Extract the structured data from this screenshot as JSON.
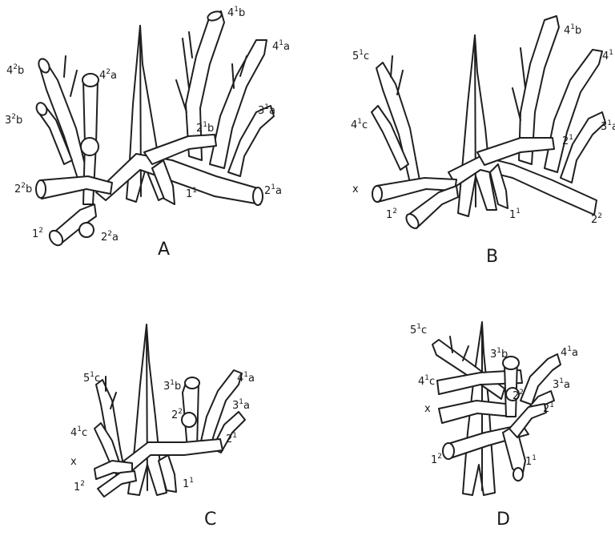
{
  "panels": [
    {
      "id": "A",
      "letter": "A",
      "labels": [
        {
          "key": "l4b2",
          "base": "4",
          "sup": "2",
          "suffix": "b"
        },
        {
          "key": "l4a2",
          "base": "4",
          "sup": "2",
          "suffix": "a"
        },
        {
          "key": "l3b2",
          "base": "3",
          "sup": "2",
          "suffix": "b"
        },
        {
          "key": "l2b2",
          "base": "2",
          "sup": "2",
          "suffix": "b"
        },
        {
          "key": "l1_2",
          "base": "1",
          "sup": "2",
          "suffix": ""
        },
        {
          "key": "l2a2",
          "base": "2",
          "sup": "2",
          "suffix": "a"
        },
        {
          "key": "l4b1",
          "base": "4",
          "sup": "1",
          "suffix": "b"
        },
        {
          "key": "l4a1",
          "base": "4",
          "sup": "1",
          "suffix": "a"
        },
        {
          "key": "l3a1",
          "base": "3",
          "sup": "1",
          "suffix": "a"
        },
        {
          "key": "l2b1",
          "base": "2",
          "sup": "1",
          "suffix": "b"
        },
        {
          "key": "l1_1",
          "base": "1",
          "sup": "1",
          "suffix": ""
        },
        {
          "key": "l2a1",
          "base": "2",
          "sup": "1",
          "suffix": "a"
        }
      ]
    },
    {
      "id": "B",
      "letter": "B",
      "labels": [
        {
          "key": "l5c1",
          "base": "5",
          "sup": "1",
          "suffix": "c"
        },
        {
          "key": "l4c1",
          "base": "4",
          "sup": "1",
          "suffix": "c"
        },
        {
          "key": "lx",
          "base": "x",
          "sup": "",
          "suffix": ""
        },
        {
          "key": "l1_2",
          "base": "1",
          "sup": "2",
          "suffix": ""
        },
        {
          "key": "l4b1",
          "base": "4",
          "sup": "1",
          "suffix": "b"
        },
        {
          "key": "l4a1",
          "base": "4",
          "sup": "1",
          "suffix": ""
        },
        {
          "key": "l3a1",
          "base": "3",
          "sup": "1",
          "suffix": "a"
        },
        {
          "key": "l2_1",
          "base": "2",
          "sup": "1",
          "suffix": ""
        },
        {
          "key": "l1_1",
          "base": "1",
          "sup": "1",
          "suffix": ""
        },
        {
          "key": "l2_2",
          "base": "2",
          "sup": "2",
          "suffix": ""
        }
      ]
    },
    {
      "id": "C",
      "letter": "C",
      "labels": [
        {
          "key": "l5c1",
          "base": "5",
          "sup": "1",
          "suffix": "c"
        },
        {
          "key": "l4c1",
          "base": "4",
          "sup": "1",
          "suffix": "c"
        },
        {
          "key": "lx",
          "base": "x",
          "sup": "",
          "suffix": ""
        },
        {
          "key": "l1_2",
          "base": "1",
          "sup": "2",
          "suffix": ""
        },
        {
          "key": "l3b1",
          "base": "3",
          "sup": "1",
          "suffix": "b"
        },
        {
          "key": "l2_2",
          "base": "2",
          "sup": "2",
          "suffix": ""
        },
        {
          "key": "l4a1",
          "base": "4",
          "sup": "1",
          "suffix": "a"
        },
        {
          "key": "l3a1",
          "base": "3",
          "sup": "1",
          "suffix": "a"
        },
        {
          "key": "l2_1",
          "base": "2",
          "sup": "1",
          "suffix": ""
        },
        {
          "key": "l1_1",
          "base": "1",
          "sup": "1",
          "suffix": ""
        }
      ]
    },
    {
      "id": "D",
      "letter": "D",
      "labels": [
        {
          "key": "l5c1",
          "base": "5",
          "sup": "1",
          "suffix": "c"
        },
        {
          "key": "l3b1",
          "base": "3",
          "sup": "1",
          "suffix": "b"
        },
        {
          "key": "l4a1",
          "base": "4",
          "sup": "1",
          "suffix": "a"
        },
        {
          "key": "l4c1",
          "base": "4",
          "sup": "1",
          "suffix": "c"
        },
        {
          "key": "l2_2",
          "base": "2",
          "sup": "2",
          "suffix": ""
        },
        {
          "key": "l3a1",
          "base": "3",
          "sup": "1",
          "suffix": "a"
        },
        {
          "key": "lx",
          "base": "x",
          "sup": "",
          "suffix": ""
        },
        {
          "key": "l2_1",
          "base": "2",
          "sup": "1",
          "suffix": ""
        },
        {
          "key": "l1_2",
          "base": "1",
          "sup": "2",
          "suffix": ""
        },
        {
          "key": "l1_1",
          "base": "1",
          "sup": "1",
          "suffix": ""
        }
      ]
    }
  ]
}
